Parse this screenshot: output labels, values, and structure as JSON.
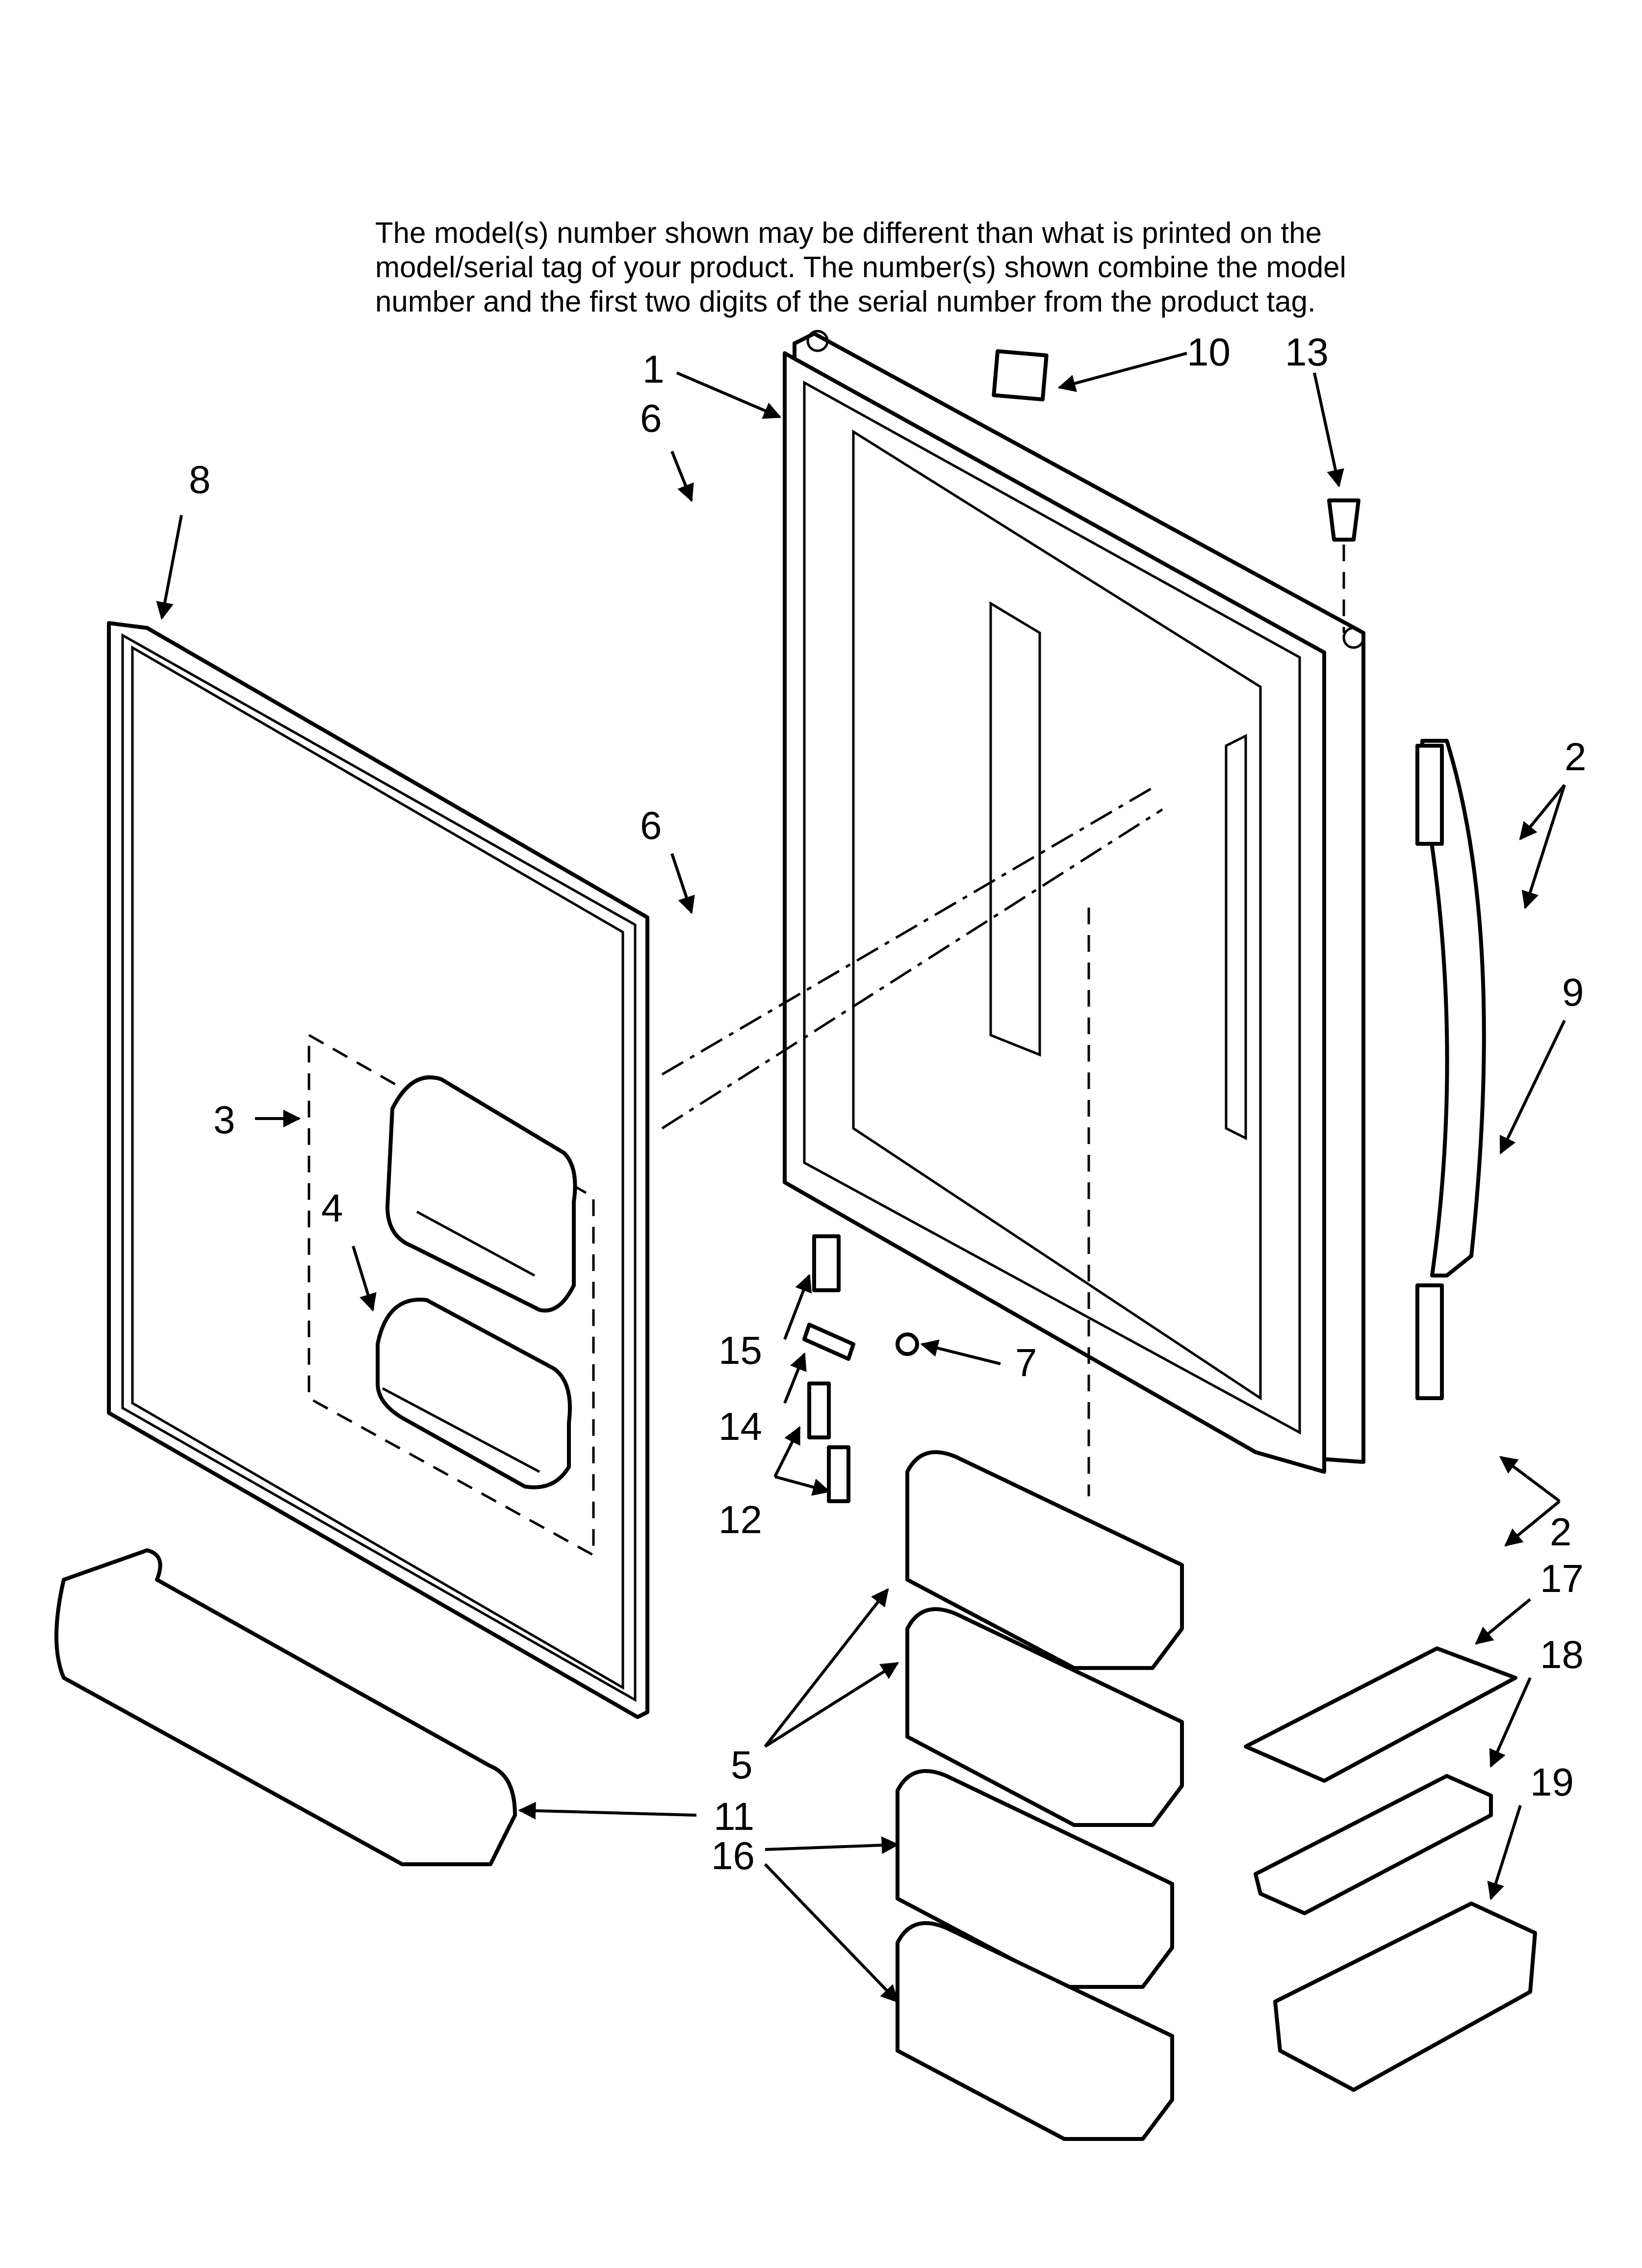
{
  "note": {
    "lines": [
      "The model(s) number shown may be different than what is printed on the",
      "model/serial tag of your product. The number(s) shown combine the model",
      "number and the first two digits of the serial number from the product tag."
    ]
  },
  "callouts": {
    "c1": "1",
    "c2a": "2",
    "c2b": "2",
    "c3": "3",
    "c4": "4",
    "c5": "5",
    "c6a": "6",
    "c6b": "6",
    "c7": "7",
    "c8": "8",
    "c9": "9",
    "c10": "10",
    "c11": "11",
    "c12": "12",
    "c13": "13",
    "c14": "14",
    "c15": "15",
    "c16": "16",
    "c17": "17",
    "c18": "18",
    "c19": "19"
  }
}
